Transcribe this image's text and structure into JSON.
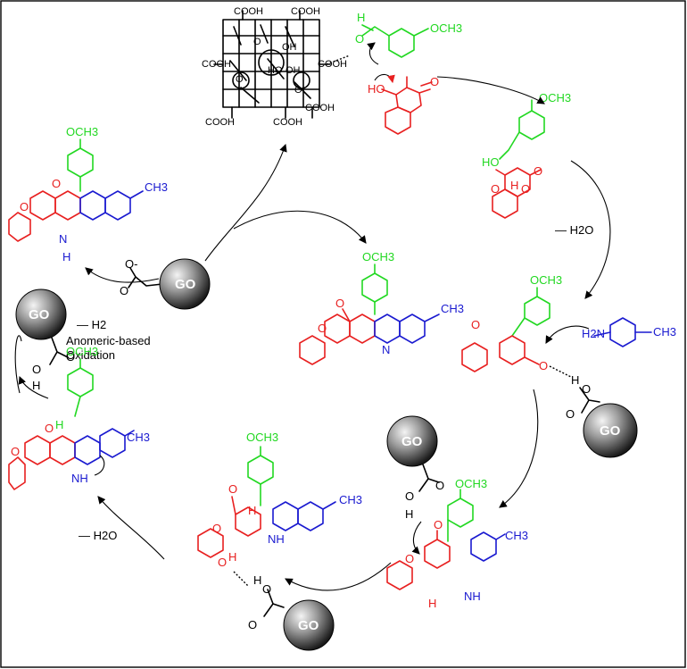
{
  "labels": {
    "och3": "OCH3",
    "ch3": "CH3",
    "h2o": "— H2O",
    "h2": "— H2",
    "anomeric_line1": "Anomeric-based",
    "anomeric_line2": "Oxidation",
    "go": "GO",
    "cooh": "COOH",
    "oh": "OH",
    "o": "O",
    "ho": "HO",
    "h": "H",
    "n": "N",
    "nh": "NH",
    "h2n": "H2N",
    "o_minus": "O-"
  },
  "colors": {
    "aldehyde": "#22d822",
    "coumarin": "#e82020",
    "amine": "#1a1ad0",
    "catalyst": "#000000"
  }
}
